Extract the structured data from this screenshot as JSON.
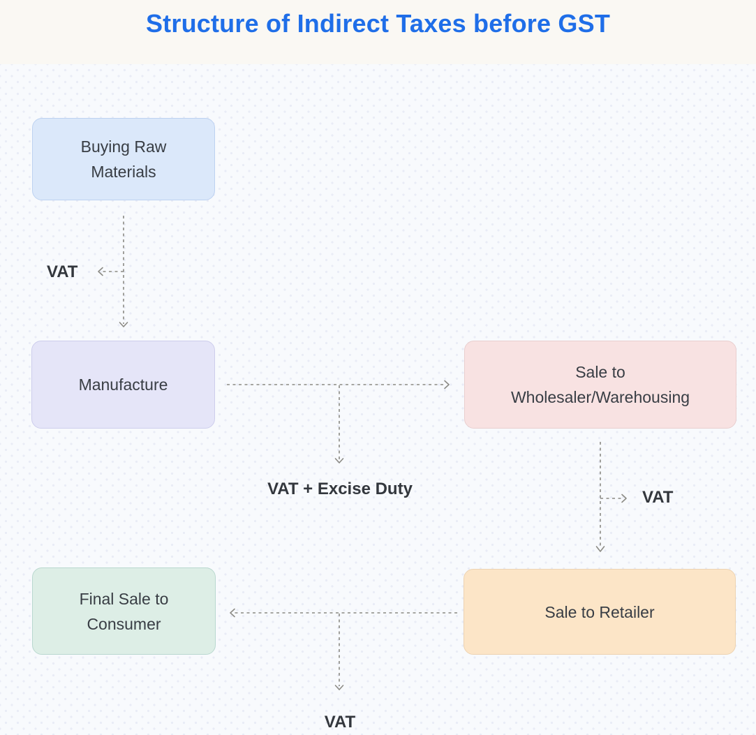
{
  "title": "Structure of Indirect Taxes before GST",
  "colors": {
    "title": "#1f6ee8",
    "header_bg": "#faf8f3",
    "canvas_bg": "#f8fafd",
    "dot": "#e9ecf6",
    "arrow": "#8b8a84",
    "node_text": "#383d44",
    "label_text": "#33373d"
  },
  "nodes": [
    {
      "lines": [
        "Buying Raw",
        "Materials"
      ],
      "fill": "#dbe8fa",
      "border": "#bdd2f1"
    },
    {
      "lines": [
        "Manufacture"
      ],
      "fill": "#e5e5f8",
      "border": "#cdcdec"
    },
    {
      "lines": [
        "Sale to",
        "Wholesaler/Warehousing"
      ],
      "fill": "#f8e2e2",
      "border": "#e9cfcf"
    },
    {
      "lines": [
        "Final Sale to",
        "Consumer"
      ],
      "fill": "#ddeee6",
      "border": "#b9d8cf"
    },
    {
      "lines": [
        "Sale to Retailer"
      ],
      "fill": "#fce5c7",
      "border": "#edd3b2"
    }
  ],
  "tax_labels": [
    "VAT",
    "VAT + Excise Duty",
    "VAT",
    "VAT"
  ]
}
